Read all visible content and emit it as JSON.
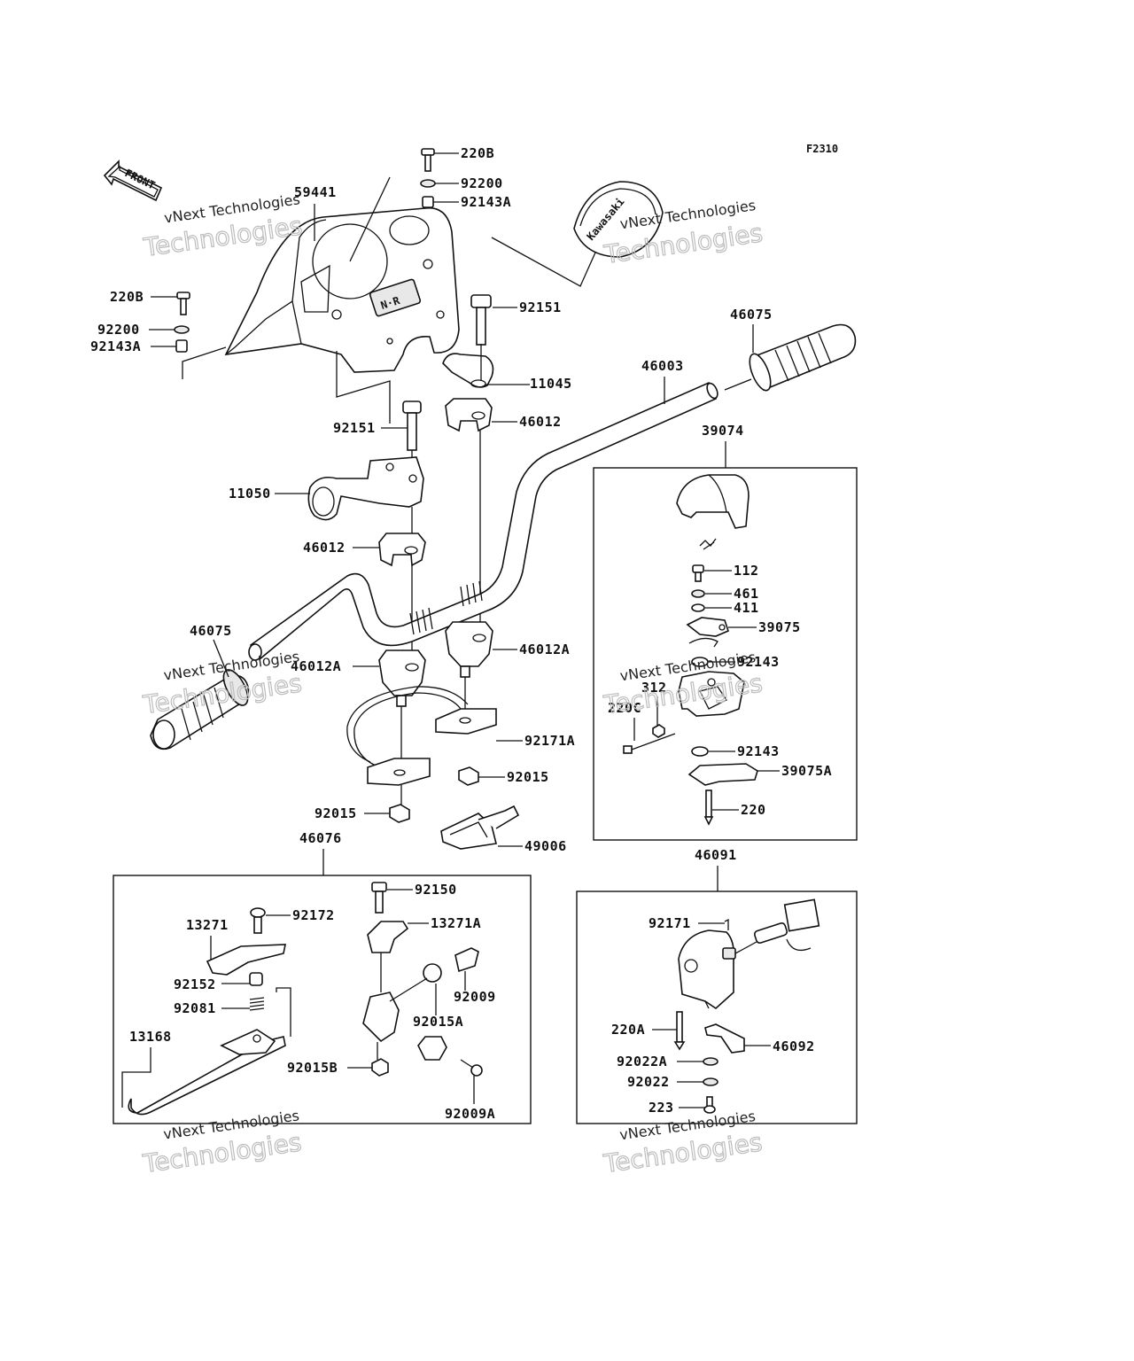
{
  "figure_code": "F2310",
  "front_arrow_label": "FRONT",
  "watermark": {
    "line1": "vNext Technologies",
    "line2": "Technologies"
  },
  "meter_badge": "N·R",
  "cover_logo": "Kawasaki",
  "labels": {
    "p220B_top": "220B",
    "p92200_top": "92200",
    "p92143A_top": "92143A",
    "p59441": "59441",
    "p220B_left": "220B",
    "p92200_left": "92200",
    "p92143A_left": "92143A",
    "p92151_right": "92151",
    "p11045": "11045",
    "p46012_right": "46012",
    "p46003": "46003",
    "p46075_right": "46075",
    "p92151_left": "92151",
    "p11050": "11050",
    "p46012_left": "46012",
    "p46075_left": "46075",
    "p46012A_left": "46012A",
    "p46012A_right": "46012A",
    "p92171A": "92171A",
    "p92015_a": "92015",
    "p92015_b": "92015",
    "p49006": "49006",
    "p39074": "39074",
    "p112": "112",
    "p461": "461",
    "p411": "411",
    "p39075": "39075",
    "p92143_a": "92143",
    "p312": "312",
    "p220C": "220C",
    "p92143_b": "92143",
    "p39075A": "39075A",
    "p220": "220",
    "p46076": "46076",
    "p92150": "92150",
    "p92172": "92172",
    "p13271": "13271",
    "p13271A": "13271A",
    "p92152": "92152",
    "p92081": "92081",
    "p92009": "92009",
    "p92015A": "92015A",
    "p13168": "13168",
    "p92015B": "92015B",
    "p92009A": "92009A",
    "p46091": "46091",
    "p92171": "92171",
    "p220A": "220A",
    "p46092": "46092",
    "p92022A": "92022A",
    "p92022": "92022",
    "p223": "223"
  }
}
